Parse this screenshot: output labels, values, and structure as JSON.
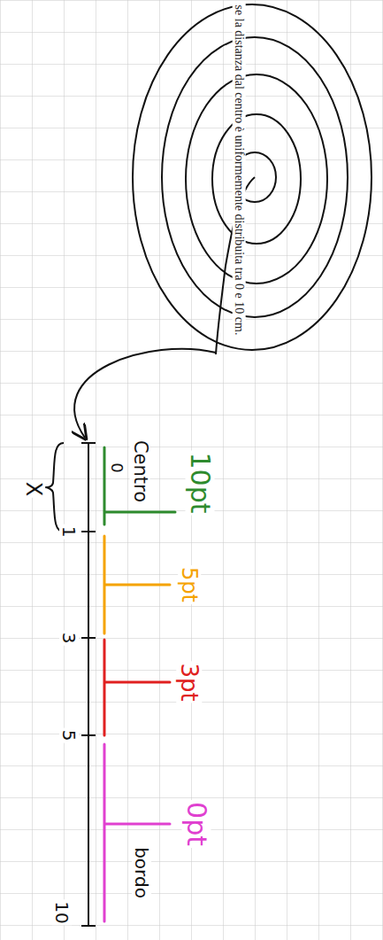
{
  "diagram": {
    "labels": [
      "se la distanza dal centro è uniformemente distribuita tra 0 e 10 cm.",
      "Centro",
      "0",
      "10pt",
      "X",
      "1",
      "5pt",
      "3",
      "3pt",
      "5",
      "0pt",
      "bordo",
      "10"
    ]
  }
}
